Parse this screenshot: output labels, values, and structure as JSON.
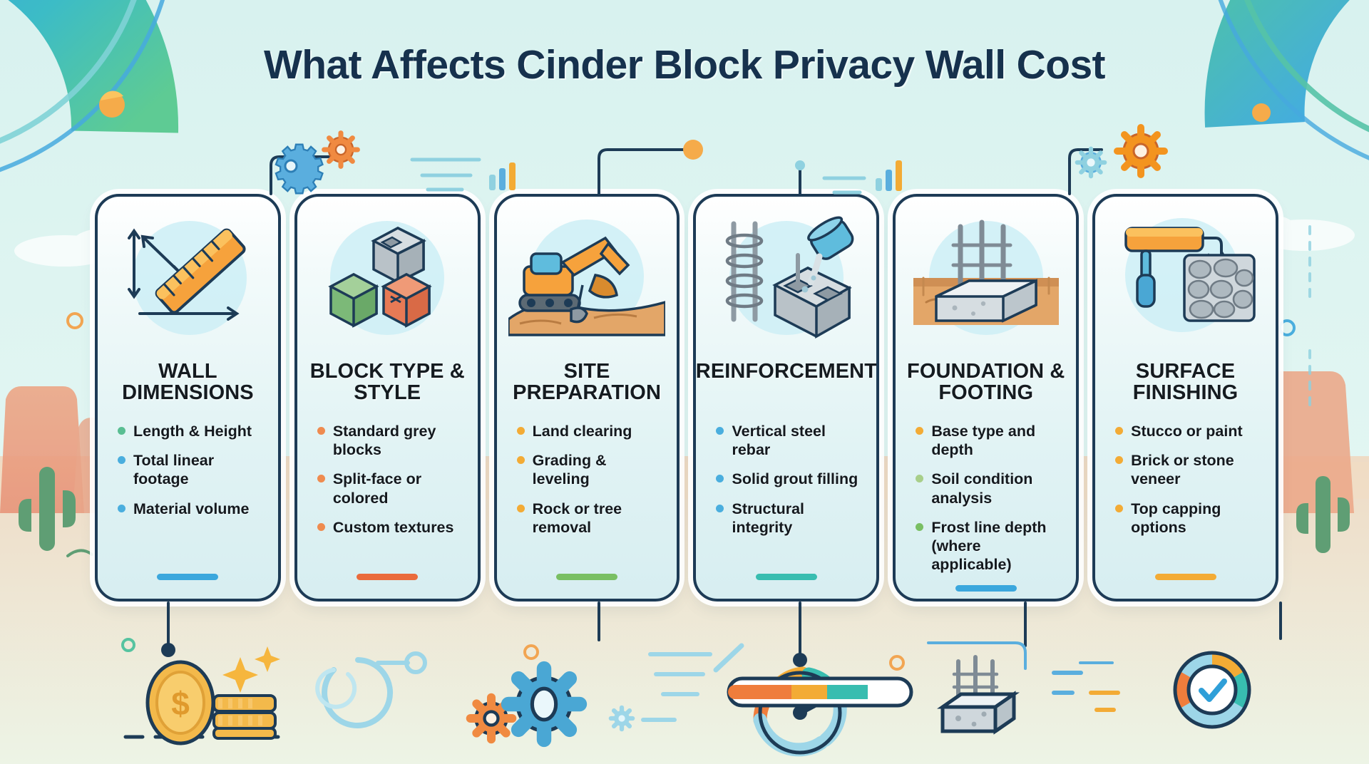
{
  "title": "What Affects Cinder Block Privacy Wall Cost",
  "theme": {
    "bg_top": "#d9f2ef",
    "bg_bottom": "#e9f7f5",
    "title_color": "#16314d",
    "card_border": "#1d3b56",
    "blue": "#3ba7dd",
    "orange": "#ea6b3c",
    "green": "#79bf63",
    "teal": "#38bdb0",
    "amber": "#f3ab35",
    "light_green": "#a8cf8a",
    "dot_blue": "#4aaede",
    "dot_orange": "#ef8b4f",
    "dot_green": "#59be92",
    "desert_rock": "#e8a07f",
    "cactus": "#5f9e74"
  },
  "cards": [
    {
      "id": "wall-dimensions",
      "title": "WALL DIMENSIONS",
      "art": "ruler-dimensions-icon",
      "accent": "#3ba7dd",
      "bullets": [
        {
          "text": "Length & Height",
          "color": "#59be92"
        },
        {
          "text": "Total linear footage",
          "color": "#4aaede"
        },
        {
          "text": "Material volume",
          "color": "#4aaede"
        }
      ]
    },
    {
      "id": "block-type-style",
      "title": "BLOCK TYPE & STYLE",
      "art": "cinder-blocks-icon",
      "accent": "#ea6b3c",
      "bullets": [
        {
          "text": "Standard grey blocks",
          "color": "#ef8b4f"
        },
        {
          "text": "Split-face or colored",
          "color": "#ef8b4f"
        },
        {
          "text": "Custom textures",
          "color": "#ef8b4f"
        }
      ]
    },
    {
      "id": "site-preparation",
      "title": "SITE PREPARATION",
      "art": "excavator-icon",
      "accent": "#79bf63",
      "bullets": [
        {
          "text": "Land clearing",
          "color": "#f3ab35"
        },
        {
          "text": "Grading & leveling",
          "color": "#f3ab35"
        },
        {
          "text": "Rock or tree removal",
          "color": "#f3ab35"
        }
      ]
    },
    {
      "id": "reinforcement",
      "title": "REINFORCEMENT",
      "art": "rebar-grout-icon",
      "accent": "#38bdb0",
      "bullets": [
        {
          "text": "Vertical steel rebar",
          "color": "#4aaede"
        },
        {
          "text": "Solid grout filling",
          "color": "#4aaede"
        },
        {
          "text": "Structural integrity",
          "color": "#4aaede"
        }
      ]
    },
    {
      "id": "foundation-footing",
      "title": "FOUNDATION & FOOTING",
      "art": "footing-icon",
      "accent": "#3ba7dd",
      "bullets": [
        {
          "text": "Base type and depth",
          "color": "#f3ab35"
        },
        {
          "text": "Soil condition analysis",
          "color": "#a8cf8a"
        },
        {
          "text": "Frost line depth (where applicable)",
          "color": "#79bf63"
        }
      ]
    },
    {
      "id": "surface-finishing",
      "title": "SURFACE FINISHING",
      "art": "paint-roller-stone-icon",
      "accent": "#f3ab35",
      "bullets": [
        {
          "text": "Stucco or paint",
          "color": "#f3ab35"
        },
        {
          "text": "Brick or stone veneer",
          "color": "#f3ab35"
        },
        {
          "text": "Top capping options",
          "color": "#f3ab35"
        }
      ]
    }
  ],
  "decor": {
    "bottom_icons": [
      "coin-stack-icon",
      "gears-icon",
      "gauge-icon",
      "progress-bar-icon",
      "concrete-footing-icon",
      "check-badge-icon"
    ],
    "top_icons": [
      "gear-icon",
      "gear-icon",
      "bar-chart-icon",
      "bar-chart-icon",
      "gear-icon",
      "gear-icon"
    ],
    "scene": [
      "mesa-rock",
      "cactus",
      "cactus",
      "ring-arc",
      "ring-arc"
    ]
  }
}
